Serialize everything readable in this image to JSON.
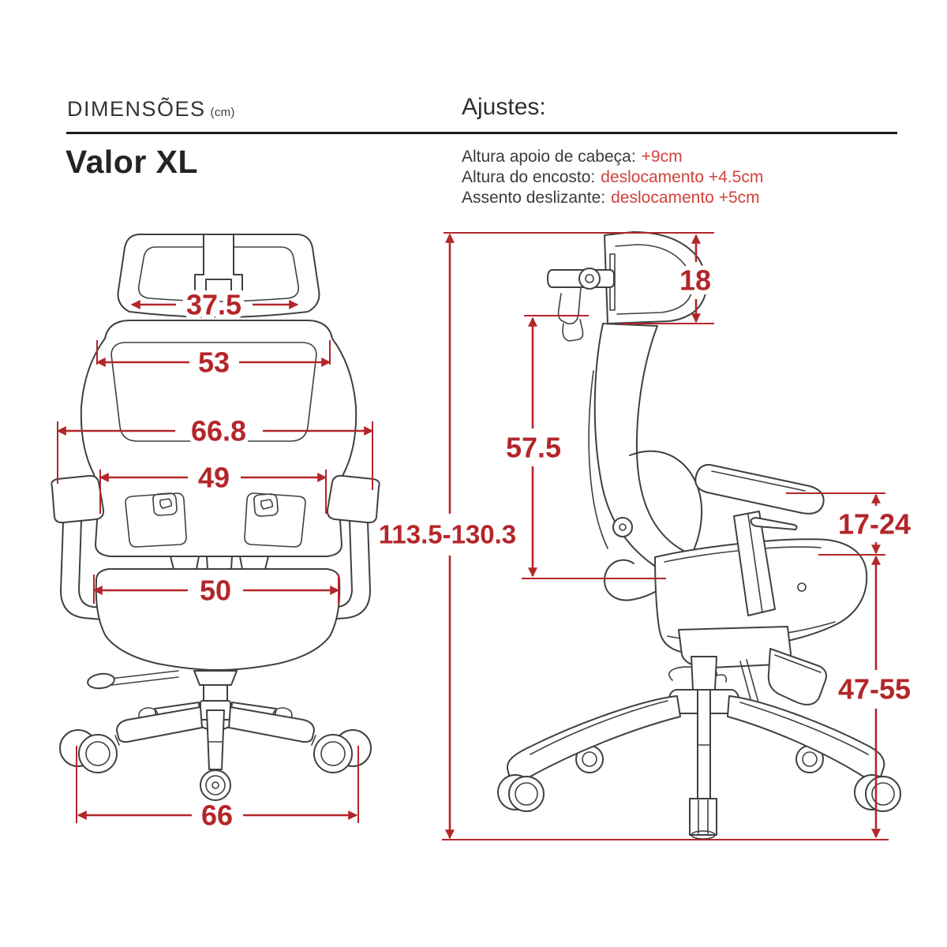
{
  "header": {
    "left_title": "DIMENSÕES",
    "left_unit": "(cm)",
    "product_name": "Valor XL",
    "right_title": "Ajustes:",
    "adjustments": [
      {
        "label": "Altura apoio de cabeça:",
        "value": "+9cm"
      },
      {
        "label": "Altura do encosto:",
        "value": "deslocamento +4.5cm"
      },
      {
        "label": "Assento deslizante:",
        "value": "deslocamento +5cm"
      }
    ]
  },
  "dims": {
    "headrest_width": "37.5",
    "backrest_width": "53",
    "overall_width": "66.8",
    "lower_backrest_width": "49",
    "seat_width": "50",
    "base_width": "66",
    "headrest_height": "18",
    "backrest_height": "57.5",
    "total_height_range": "113.5-130.3",
    "armrest_height_range": "17-24",
    "seat_height_range": "47-55"
  },
  "colors": {
    "dimension_red": "#b3262a",
    "adjust_red": "#d2423d",
    "line_gray": "#404040",
    "rule_black": "#1b1b1b"
  }
}
